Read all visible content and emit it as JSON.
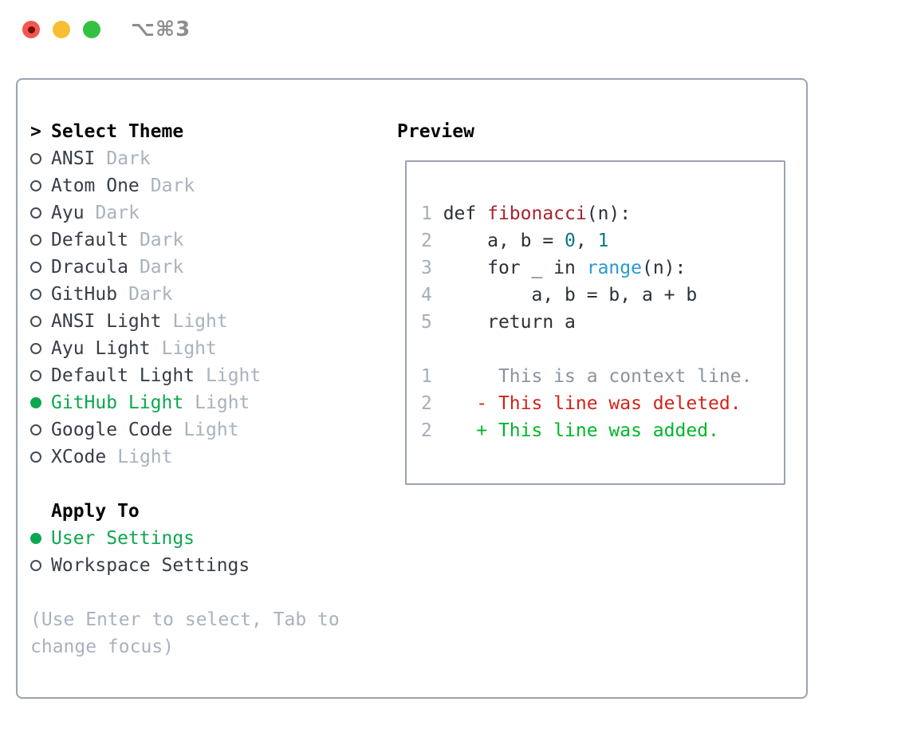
{
  "window": {
    "title": "⌥⌘3"
  },
  "colors": {
    "border": "#9aa3ae",
    "heading": "#050607",
    "list-text": "#373e47",
    "muted": "#a8b2be",
    "line-number": "#a4aebb",
    "context": "#8b949e",
    "selected-green": "#0da750",
    "added-green": "#00b62a",
    "deleted-red": "#d0241a",
    "function-red": "#a6252f",
    "number-teal": "#0d7680",
    "builtin-blue": "#2b97d3",
    "code-text": "#2b3138",
    "title-gray": "#8e8e8e",
    "traffic-red": "#f4574e",
    "traffic-red-dot": "#6d120c",
    "traffic-yellow": "#f7bd33",
    "traffic-green": "#33c23f"
  },
  "theme_panel": {
    "header": {
      "cursor": ">",
      "label": "Select Theme"
    },
    "items": [
      {
        "name": "ANSI",
        "variant": "Dark",
        "selected": false
      },
      {
        "name": "Atom One",
        "variant": "Dark",
        "selected": false
      },
      {
        "name": "Ayu",
        "variant": "Dark",
        "selected": false
      },
      {
        "name": "Default",
        "variant": "Dark",
        "selected": false
      },
      {
        "name": "Dracula",
        "variant": "Dark",
        "selected": false
      },
      {
        "name": "GitHub",
        "variant": "Dark",
        "selected": false
      },
      {
        "name": "ANSI Light",
        "variant": "Light",
        "selected": false
      },
      {
        "name": "Ayu Light",
        "variant": "Light",
        "selected": false
      },
      {
        "name": "Default Light",
        "variant": "Light",
        "selected": false
      },
      {
        "name": "GitHub Light",
        "variant": "Light",
        "selected": true
      },
      {
        "name": "Google Code",
        "variant": "Light",
        "selected": false
      },
      {
        "name": "XCode",
        "variant": "Light",
        "selected": false
      }
    ]
  },
  "apply_panel": {
    "label": "Apply To",
    "options": [
      {
        "name": "User Settings",
        "selected": true
      },
      {
        "name": "Workspace Settings",
        "selected": false
      }
    ]
  },
  "help_text": "(Use Enter to select, Tab to change focus)",
  "preview": {
    "heading": "Preview",
    "lines": [
      [
        {
          "t": "1 ",
          "c": "ln"
        },
        {
          "t": "def ",
          "c": "code"
        },
        {
          "t": "fibonacci",
          "c": "fn"
        },
        {
          "t": "(n):",
          "c": "code"
        }
      ],
      [
        {
          "t": "2 ",
          "c": "ln"
        },
        {
          "t": "    a, b = ",
          "c": "code"
        },
        {
          "t": "0",
          "c": "num"
        },
        {
          "t": ", ",
          "c": "code"
        },
        {
          "t": "1",
          "c": "num"
        }
      ],
      [
        {
          "t": "3 ",
          "c": "ln"
        },
        {
          "t": "    for _ in ",
          "c": "code"
        },
        {
          "t": "range",
          "c": "builtin"
        },
        {
          "t": "(n):",
          "c": "code"
        }
      ],
      [
        {
          "t": "4 ",
          "c": "ln"
        },
        {
          "t": "        a, b = b, a + b",
          "c": "code"
        }
      ],
      [
        {
          "t": "5 ",
          "c": "ln"
        },
        {
          "t": "    return a",
          "c": "code"
        }
      ],
      [],
      [
        {
          "t": "1 ",
          "c": "ln"
        },
        {
          "t": "     This is a context line.",
          "c": "ctx"
        }
      ],
      [
        {
          "t": "2 ",
          "c": "ln"
        },
        {
          "t": "   - This line was deleted.",
          "c": "del"
        }
      ],
      [
        {
          "t": "2 ",
          "c": "ln"
        },
        {
          "t": "   + This line was added.",
          "c": "add"
        }
      ]
    ]
  }
}
